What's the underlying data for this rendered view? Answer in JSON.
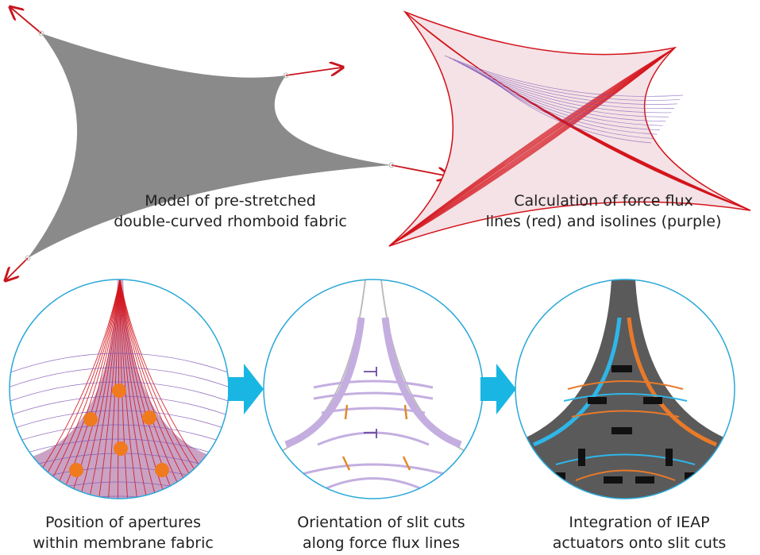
{
  "panels": {
    "model": {
      "caption_lines": [
        "Model of pre-stretched",
        "double-curved rhomboid fabric"
      ]
    },
    "flux": {
      "caption_lines": [
        "Calculation of force flux",
        "lines (red) and isolines (purple)"
      ]
    },
    "apertures": {
      "caption_lines": [
        "Position of apertures",
        "within membrane fabric"
      ]
    },
    "slits": {
      "caption_lines": [
        "Orientation of slit cuts",
        "along force flux lines"
      ]
    },
    "actuators": {
      "caption_lines": [
        "Integration of IEAP",
        "actuators onto slit cuts"
      ]
    }
  },
  "colors": {
    "fabric_gray": "#8a8a8a",
    "force_flux_red": "#d4141c",
    "isoline_purple": "#7a4fb0",
    "arrow_red": "#c8141c",
    "step_arrow_cyan": "#19b6e3",
    "circle_outline": "#2aa8d8",
    "aperture_orange": "#f07a1e",
    "slit_lavender": "#b49ad6",
    "slit_orange": "#e08a2a",
    "actuator_blue": "#2fb6e8",
    "actuator_orange": "#e87a2a",
    "dark_fabric": "#5a5a5a"
  },
  "icons": {
    "step_arrow": "chevron-right-arrow-icon",
    "pull_arrow": "arrow-icon"
  }
}
